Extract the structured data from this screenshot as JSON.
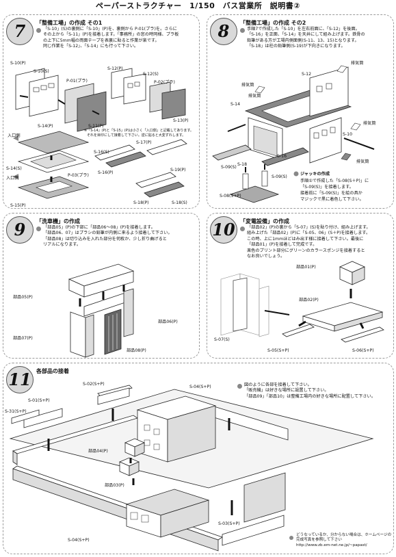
{
  "header": {
    "title": "ペーパーストラクチャー　1/150　バス営業所　説明書②"
  },
  "panels": [
    {
      "number": "7",
      "title": "「整備工場」の作成 その1",
      "text": [
        "「S-10」(S)の裏側に「S-10」(P)を、裏側から P-01(プラ)を。さらに",
        "その上から「S-11」(P)を接着します。「事務所」の窓の時同様、プラ板",
        "の上下に5mm幅の両面テープを表裏に貼ると作業が楽です。",
        "同じ作業を「S-12」、「S-14」にも行って下さい。"
      ],
      "labels": {
        "s10p": "S-10(P)",
        "s10s": "S-10(S)",
        "p01": "P-01(プラ)",
        "s11p": "S-11(P)",
        "s12p": "S-12(P)",
        "s12s": "S-12(S)",
        "p02": "P-02(プラ)",
        "s13p": "S-13(P)",
        "s14p": "S-14(P)",
        "iriguchi1": "入口側",
        "s14s": "S-14(S)",
        "iriguchi2": "入口側",
        "p03": "P-03(プラ)",
        "s15p": "S-15(P)",
        "s16s": "S-16(S)",
        "s17p": "S-17(P)",
        "s16p": "S-16(P)",
        "s19p": "S-19(P)",
        "s18p": "S-18(P)",
        "s18s": "S-18(S)"
      },
      "note": [
        "※「S-14」(P)と「S-15」(P)は小さく「入口側」と記載してあります。",
        "それを目印にして接着して下さい。逆に貼ると大変ずれします。"
      ]
    },
    {
      "number": "8",
      "title": "「整備工場」の作成 その2",
      "text": [
        "手順7で作成した「S-10」を左右前面に、「S-12」を後面。",
        "「S-16」を正面、「S-14」を天井にして組み上げます。鉄骨の",
        "鉛筆がある方が工場内側面側(S-11、13、15)となります。",
        "「S-18」は柱の鉛筆側(S-19)が下向きになります。"
      ],
      "labels": {
        "haiki1": "排気筒",
        "haiki2": "排気筒",
        "s12": "S-12",
        "haiki3": "排気筒",
        "s14": "S-14",
        "haiki4": "排気筒",
        "s10": "S-10",
        "s18": "S-18",
        "s16": "S-16",
        "s09s1": "S-09(S)",
        "s09s2": "S-09(S)",
        "s08": "S-08(S+P)",
        "haiki5": "排気筒"
      },
      "jack_title": "ジャッキの作成",
      "jack_text": [
        "手順①で作成した「S-08(S＋P)」に",
        "「S-09(S)」を接着します。",
        "接着前に「S-09(S)」を絵の具か",
        "マジックで黒に着色して下さい。"
      ]
    },
    {
      "number": "9",
      "title": "「洗車機」の作成",
      "text": [
        "「部品05」(P)の下部に「部品06〜08」(P)を接着します。",
        "「部品06、07」はプラシの鉛筆が内側に来るよう接着して下さい。",
        "「部品08」は切り込みを入れた部分を何枚か、少し折り曲げると",
        "リアルになります。"
      ],
      "labels": {
        "b05": "部品05(P)",
        "b06": "部品06(P)",
        "b07": "部品07(P)",
        "b08": "部品08(P)"
      }
    },
    {
      "number": "10",
      "title": "「変電設備」の作成",
      "text": [
        "「部品02」(P)の裏から「S-07」(S)を貼り付け、組み上げます。",
        "組み上げた「部品02」(P)に「S-05、06」(S＋P)を接着します。",
        "この時、上に1mmほどはみ出す様に接着して下さい。最後に",
        "「部品01」(P)を接着して完成です。",
        "楽色のプリント部分にグリーンのカラースポンジを接着すると",
        "なお良いでしょう。"
      ],
      "labels": {
        "b01": "部品01(P)",
        "b02": "部品02(P)",
        "s07": "S-07(S)",
        "s05": "S-05(S+P)",
        "s06": "S-06(S+P)"
      }
    },
    {
      "number": "11",
      "title": "各部品の接着",
      "text": [
        "図のように各部を接着して下さい。",
        "「販売機」は好きな場所に設置して下さい。",
        "「部品09」「部品10」は整備工場内の好きな場所に配置して下さい。"
      ],
      "labels": {
        "s02": "S-02(S+P)",
        "s04a": "S-04(S+P)",
        "s01": "S-01(S+P)",
        "s31": "S-31(S+P)",
        "b04": "部品04(P)",
        "b03": "部品03(P)",
        "s04b": "S-04(S+P)",
        "s03": "S-03(S+P)"
      }
    }
  ],
  "footer": {
    "text": [
      "どうなっているか、分からない場合は、ホームページの",
      "完成写真を参照して下さい"
    ],
    "url": "http://www.zb.em-net.ne.jp/~papast/"
  },
  "colors": {
    "border": "#9a9a9a",
    "number_bg": "#d9d9d9",
    "paper": "#ffffff",
    "gray_part": "#bfbfbf",
    "dark_part": "#707070"
  }
}
